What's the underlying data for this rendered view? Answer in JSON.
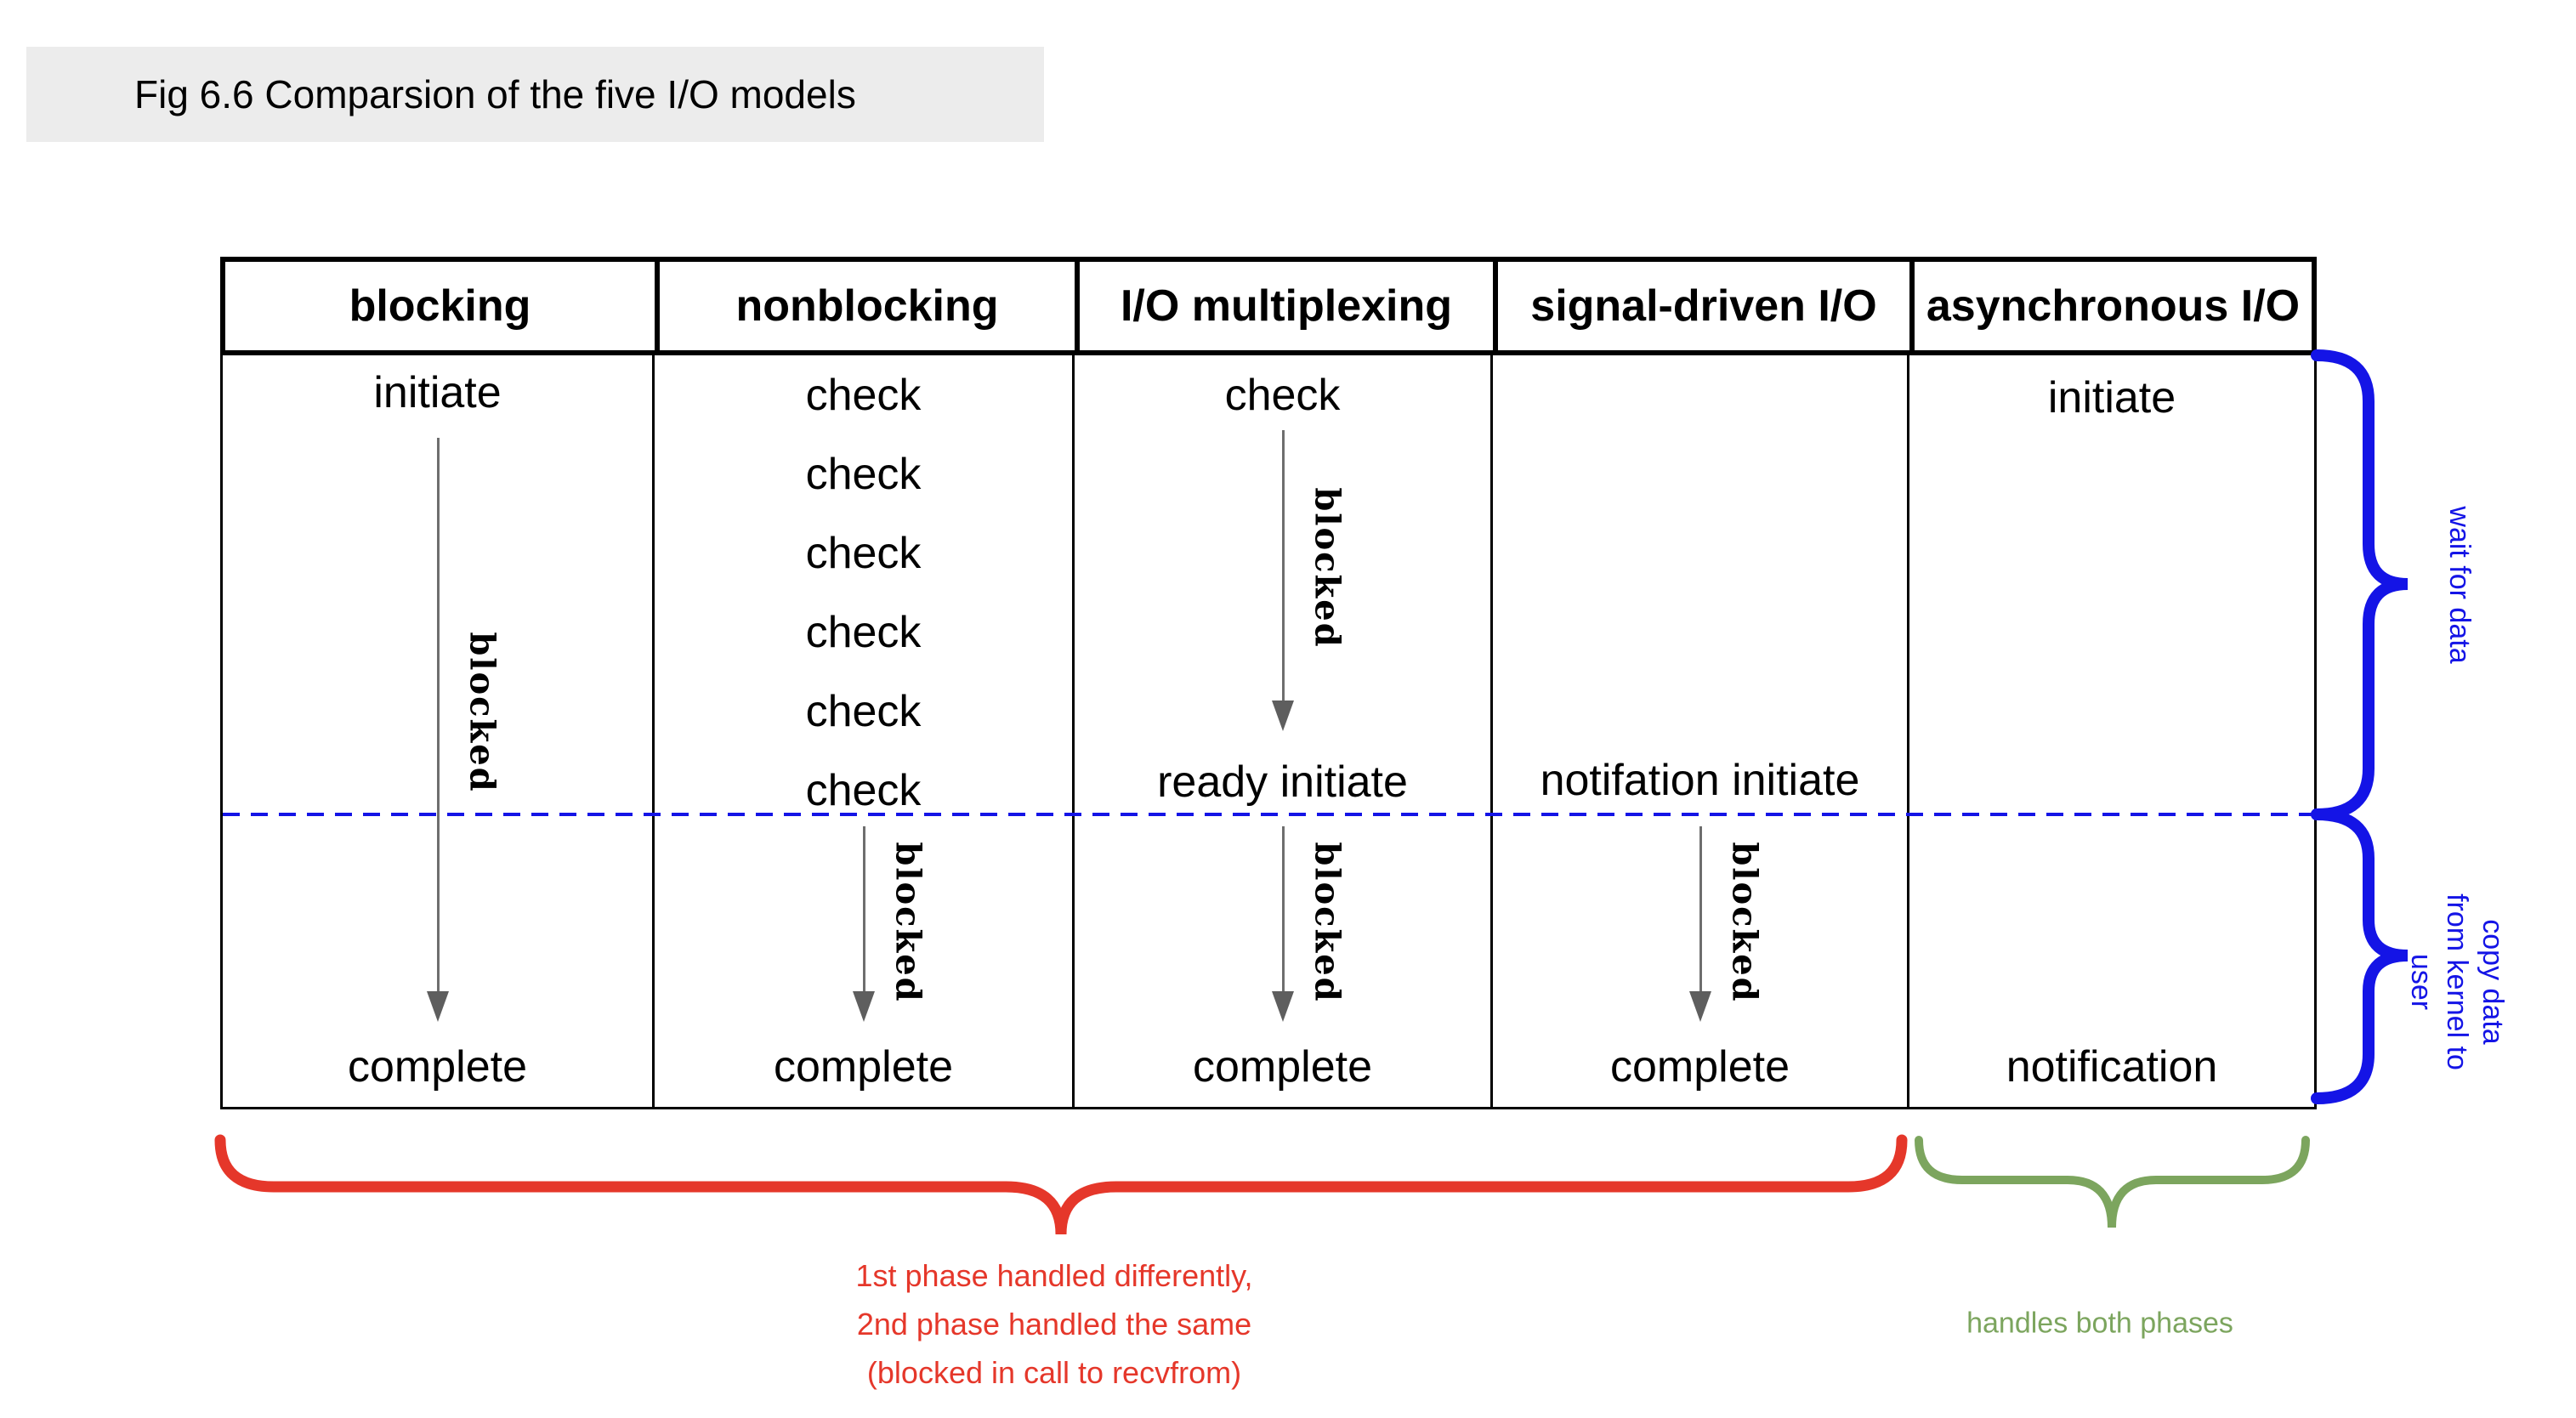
{
  "title": "Fig 6.6 Comparsion of the five I/O models",
  "colors": {
    "accent_blue": "#1414e6",
    "accent_red": "#e5372a",
    "accent_green": "#7ca55e",
    "arrow_gray": "#6e6e6e",
    "title_bg": "#ececec",
    "border_black": "#000000"
  },
  "table": {
    "columns": [
      {
        "header": "blocking",
        "top_label": "initiate",
        "blocked_label": "blocked",
        "bottom_label": "complete"
      },
      {
        "header": "nonblocking",
        "checks": [
          "check",
          "check",
          "check",
          "check",
          "check",
          "check"
        ],
        "blocked_label": "blocked",
        "bottom_label": "complete"
      },
      {
        "header": "I/O multiplexing",
        "top_label": "check",
        "blocked_label_1": "blocked",
        "mid_label": "ready initiate",
        "blocked_label_2": "blocked",
        "bottom_label": "complete"
      },
      {
        "header": "signal-driven I/O",
        "mid_label": "notifation initiate",
        "blocked_label": "blocked",
        "bottom_label": "complete"
      },
      {
        "header": "asynchronous I/O",
        "top_label": "initiate",
        "bottom_label": "notification"
      }
    ]
  },
  "annotations": {
    "wait_for_data": "wait for data",
    "copy_data_lines": [
      "copy data",
      "from kernel to",
      "user"
    ],
    "red_note_lines": [
      "1st phase handled differently,",
      "2nd phase handled the same",
      "(blocked in call to recvfrom)"
    ],
    "green_note": "handles both phases"
  }
}
